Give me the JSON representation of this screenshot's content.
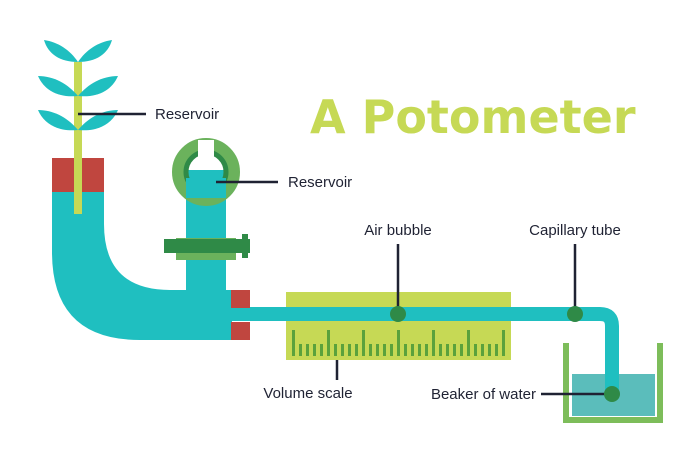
{
  "title": "A Potometer",
  "labels": {
    "reservoir_top": "Reservoir",
    "reservoir_valve": "Reservoir",
    "air_bubble": "Air bubble",
    "capillary_tube": "Capillary tube",
    "volume_scale": "Volume scale",
    "beaker": "Beaker of water"
  },
  "colors": {
    "title": "#c6d955",
    "tube": "#1fbfc0",
    "leaf": "#1fbfc0",
    "stem": "#c6d955",
    "stopper": "#c0463f",
    "valve_dark": "#2f8a47",
    "valve_light": "#6bb25c",
    "scale": "#c6d955",
    "tick": "#5aa23c",
    "beaker_water": "#5bbdbb",
    "beaker_wall": "#7dbd5a",
    "marker": "#2f8a47",
    "leader": "#1f2233"
  }
}
